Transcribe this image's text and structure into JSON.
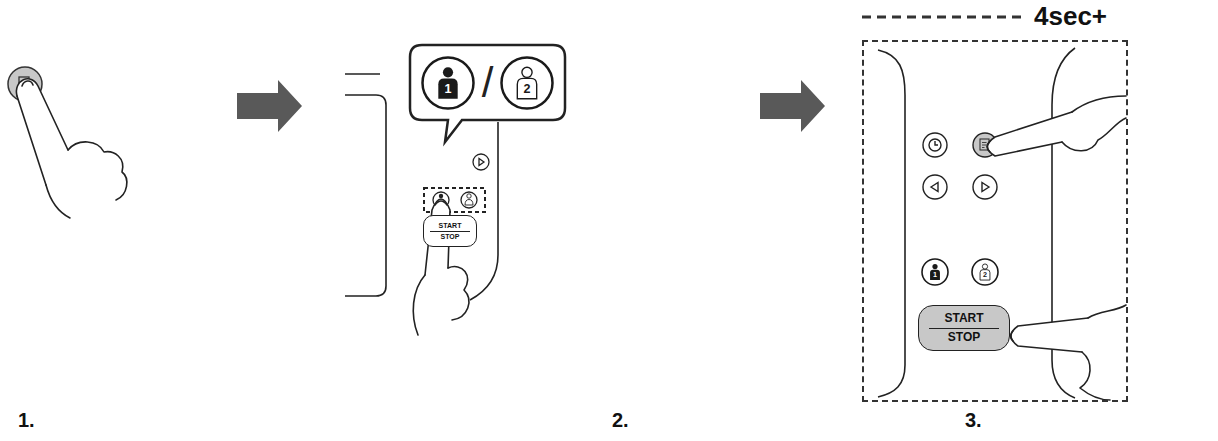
{
  "diagram": {
    "nodes": [
      {
        "text": [
          "/"
        ]
      },
      {
        "text": [
          "1"
        ],
        "in": 0
      },
      {
        "text": [
          "2"
        ],
        "in": 0
      },
      {
        "text": [
          "START",
          "STOP"
        ]
      },
      {
        "text": [
          "4sec+"
        ]
      },
      {
        "text": [
          "1"
        ],
        "in": 4
      },
      {
        "text": [
          "2"
        ],
        "in": 4
      },
      {
        "text": [
          "START",
          "STOP"
        ],
        "in": 4
      }
    ],
    "labels": [
      "1.",
      "2.",
      "3."
    ]
  }
}
